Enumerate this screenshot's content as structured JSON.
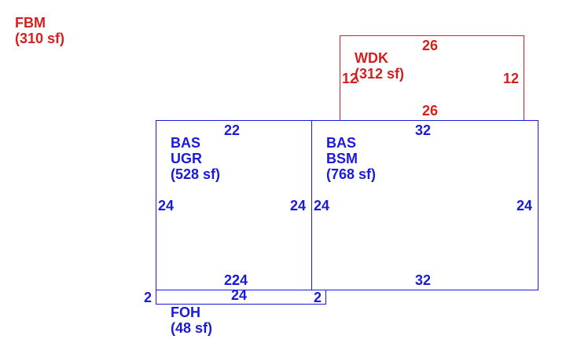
{
  "colors": {
    "blue": "#1a1adb",
    "red": "#d41f1f"
  },
  "legend": {
    "code": "FBM",
    "area": "(310 sf)"
  },
  "areas": {
    "wdk": {
      "code": "WDK",
      "area": "(312 sf)",
      "dims": {
        "top": "26",
        "bottom": "26",
        "left": "12",
        "right": "12"
      }
    },
    "ugr": {
      "code1": "BAS",
      "code2": "UGR",
      "area": "(528 sf)",
      "dims": {
        "top": "22",
        "bottom_a": "22",
        "bottom_b": "24",
        "left": "24",
        "right": "24"
      }
    },
    "bsm": {
      "code1": "BAS",
      "code2": "BSM",
      "area": "(768 sf)",
      "dims": {
        "top": "32",
        "bottom": "32",
        "left": "24",
        "right": "24"
      }
    },
    "foh": {
      "code": "FOH",
      "area": "(48 sf)",
      "dims": {
        "top": "24",
        "left": "2",
        "right": "2"
      }
    }
  }
}
